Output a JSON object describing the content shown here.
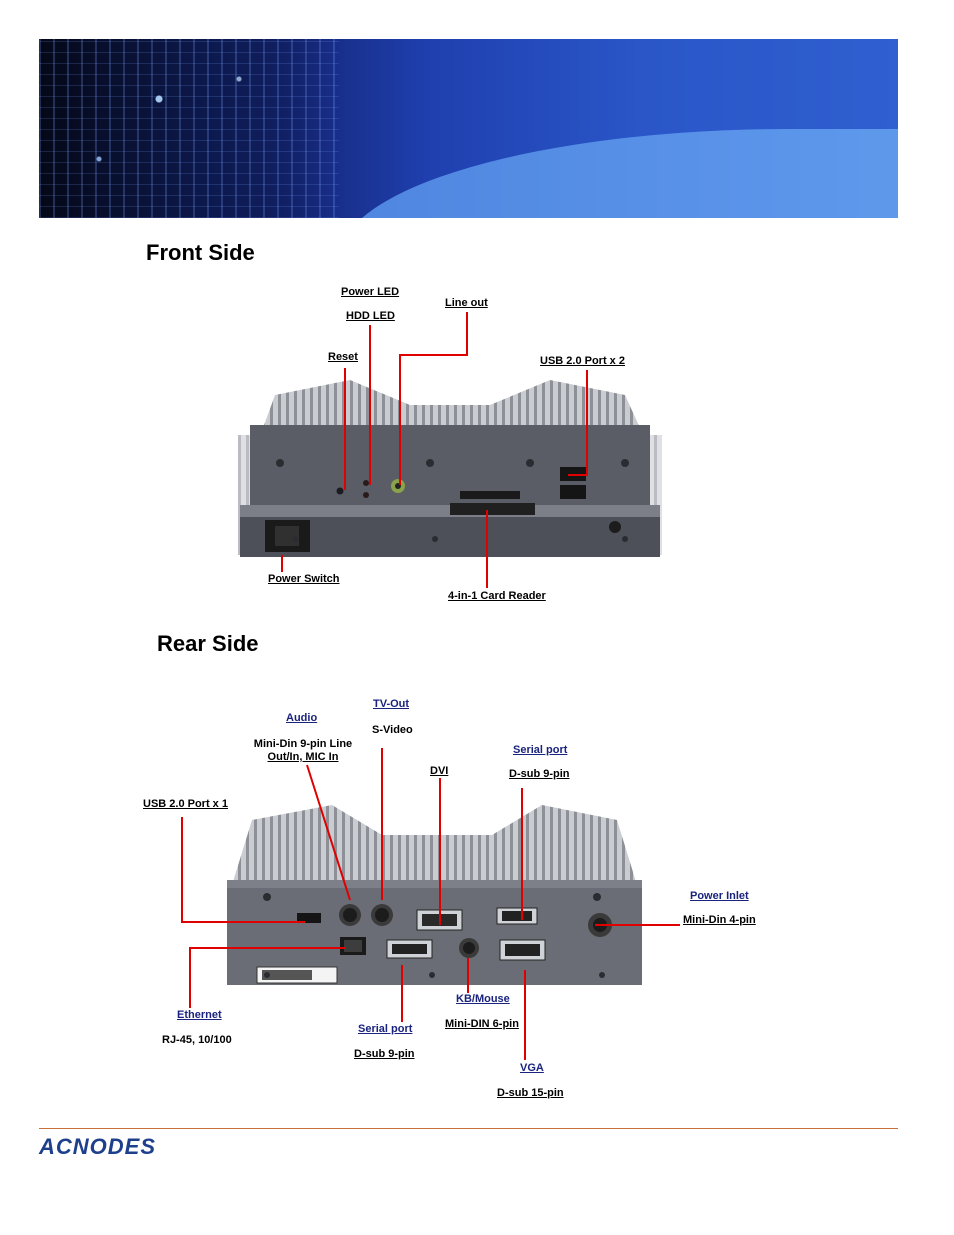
{
  "front": {
    "heading": "Front Side",
    "labels": {
      "power_led": "Power LED",
      "hdd_led": "HDD LED",
      "line_out": "Line out",
      "reset": "Reset",
      "usb": "USB 2.0 Port x 2",
      "power_switch": "Power Switch",
      "card_reader": "4-in-1 Card Reader"
    }
  },
  "rear": {
    "heading": "Rear Side",
    "labels": {
      "tv_out": "TV-Out",
      "s_video": "S-Video",
      "audio": "Audio",
      "audio_desc_1": "Mini-Din 9-pin Line",
      "audio_desc_2": "Out/In, MIC In",
      "dvi": "DVI",
      "serial_top": "Serial port",
      "serial_top_desc": "D-sub 9-pin",
      "usb": "USB 2.0 Port x 1",
      "power_inlet": "Power Inlet",
      "power_inlet_desc": "Mini-Din 4-pin",
      "ethernet": "Ethernet",
      "ethernet_desc": "RJ-45, 10/100",
      "serial_bottom": "Serial port",
      "serial_bottom_desc": "D-sub 9-pin",
      "kb_mouse": "KB/Mouse",
      "kb_mouse_desc": "Mini-DIN 6-pin",
      "vga": "VGA",
      "vga_desc": "D-sub 15-pin"
    }
  },
  "footer": {
    "logo": "ACNODES"
  },
  "colors": {
    "leader": "#e00000",
    "accent_rule": "#c8703a",
    "link_blue": "#1a237e"
  }
}
